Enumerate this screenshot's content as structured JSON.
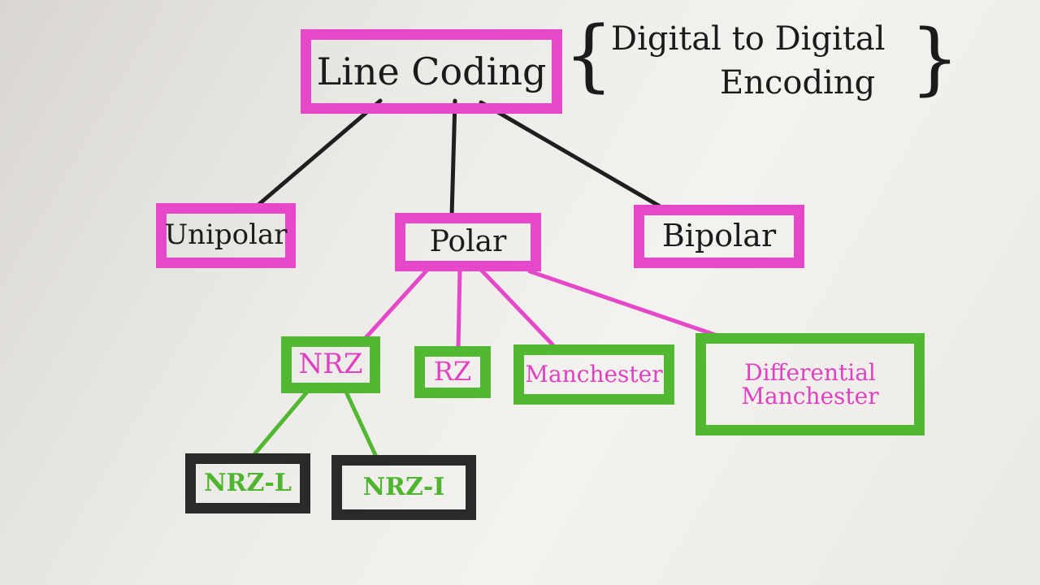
{
  "diagram": {
    "root": {
      "label": "Line Coding"
    },
    "note": {
      "line1": "Digital to Digital",
      "line2": "Encoding",
      "open_brace": "{",
      "close_brace": "}"
    },
    "level1": [
      {
        "label": "Unipolar"
      },
      {
        "label": "Polar"
      },
      {
        "label": "Bipolar"
      }
    ],
    "polar_children": [
      {
        "label": "NRZ"
      },
      {
        "label": "RZ"
      },
      {
        "label": "Manchester"
      },
      {
        "label": "Differential Manchester"
      }
    ],
    "nrz_children": [
      {
        "label": "NRZ-L"
      },
      {
        "label": "NRZ-I"
      }
    ],
    "colors": {
      "pink": "#e548c9",
      "green": "#52b832",
      "black": "#2a2a2a",
      "board": "#f0efec"
    }
  }
}
